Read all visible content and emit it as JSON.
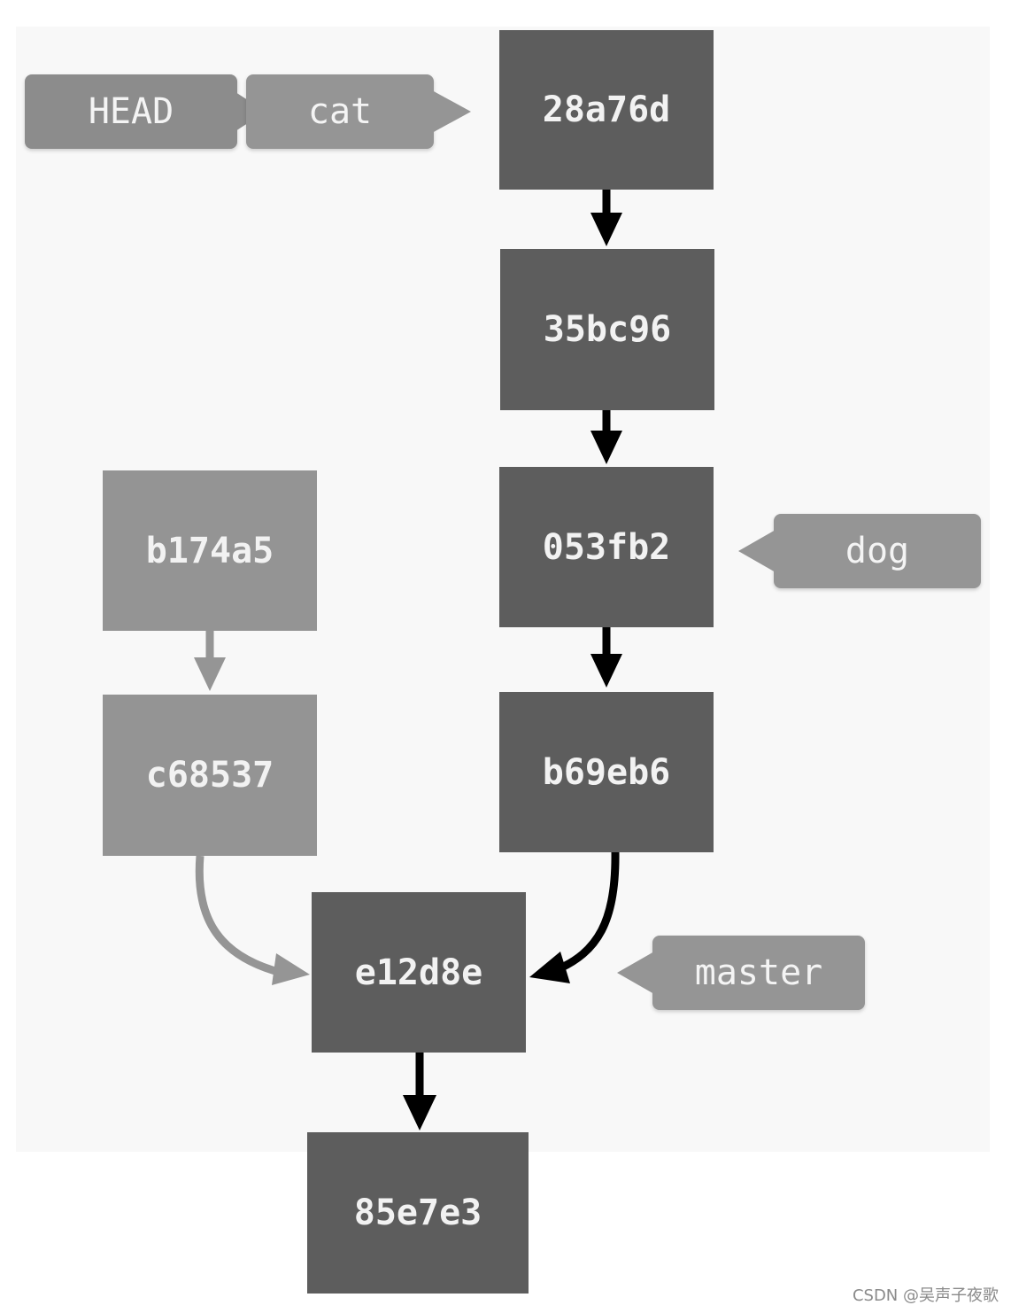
{
  "commits": {
    "c_28a76d": {
      "hash": "28a76d"
    },
    "c_35bc96": {
      "hash": "35bc96"
    },
    "c_053fb2": {
      "hash": "053fb2"
    },
    "c_b69eb6": {
      "hash": "b69eb6"
    },
    "c_b174a5": {
      "hash": "b174a5"
    },
    "c_c68537": {
      "hash": "c68537"
    },
    "c_e12d8e": {
      "hash": "e12d8e"
    },
    "c_85e7e3": {
      "hash": "85e7e3"
    }
  },
  "refs": {
    "head": "HEAD",
    "cat": "cat",
    "dog": "dog",
    "master": "master"
  },
  "edges": [
    {
      "from": "28a76d",
      "to": "35bc96",
      "style": "main"
    },
    {
      "from": "35bc96",
      "to": "053fb2",
      "style": "main"
    },
    {
      "from": "053fb2",
      "to": "b69eb6",
      "style": "main"
    },
    {
      "from": "b69eb6",
      "to": "e12d8e",
      "style": "main"
    },
    {
      "from": "b174a5",
      "to": "c68537",
      "style": "side"
    },
    {
      "from": "c68537",
      "to": "e12d8e",
      "style": "side"
    },
    {
      "from": "e12d8e",
      "to": "85e7e3",
      "style": "main"
    }
  ],
  "colors": {
    "main_commit": "#5d5d5d",
    "side_commit": "#949494",
    "main_arrow": "#000000",
    "side_arrow": "#959595",
    "label": "#959595"
  },
  "watermark": "CSDN @吴声子夜歌"
}
